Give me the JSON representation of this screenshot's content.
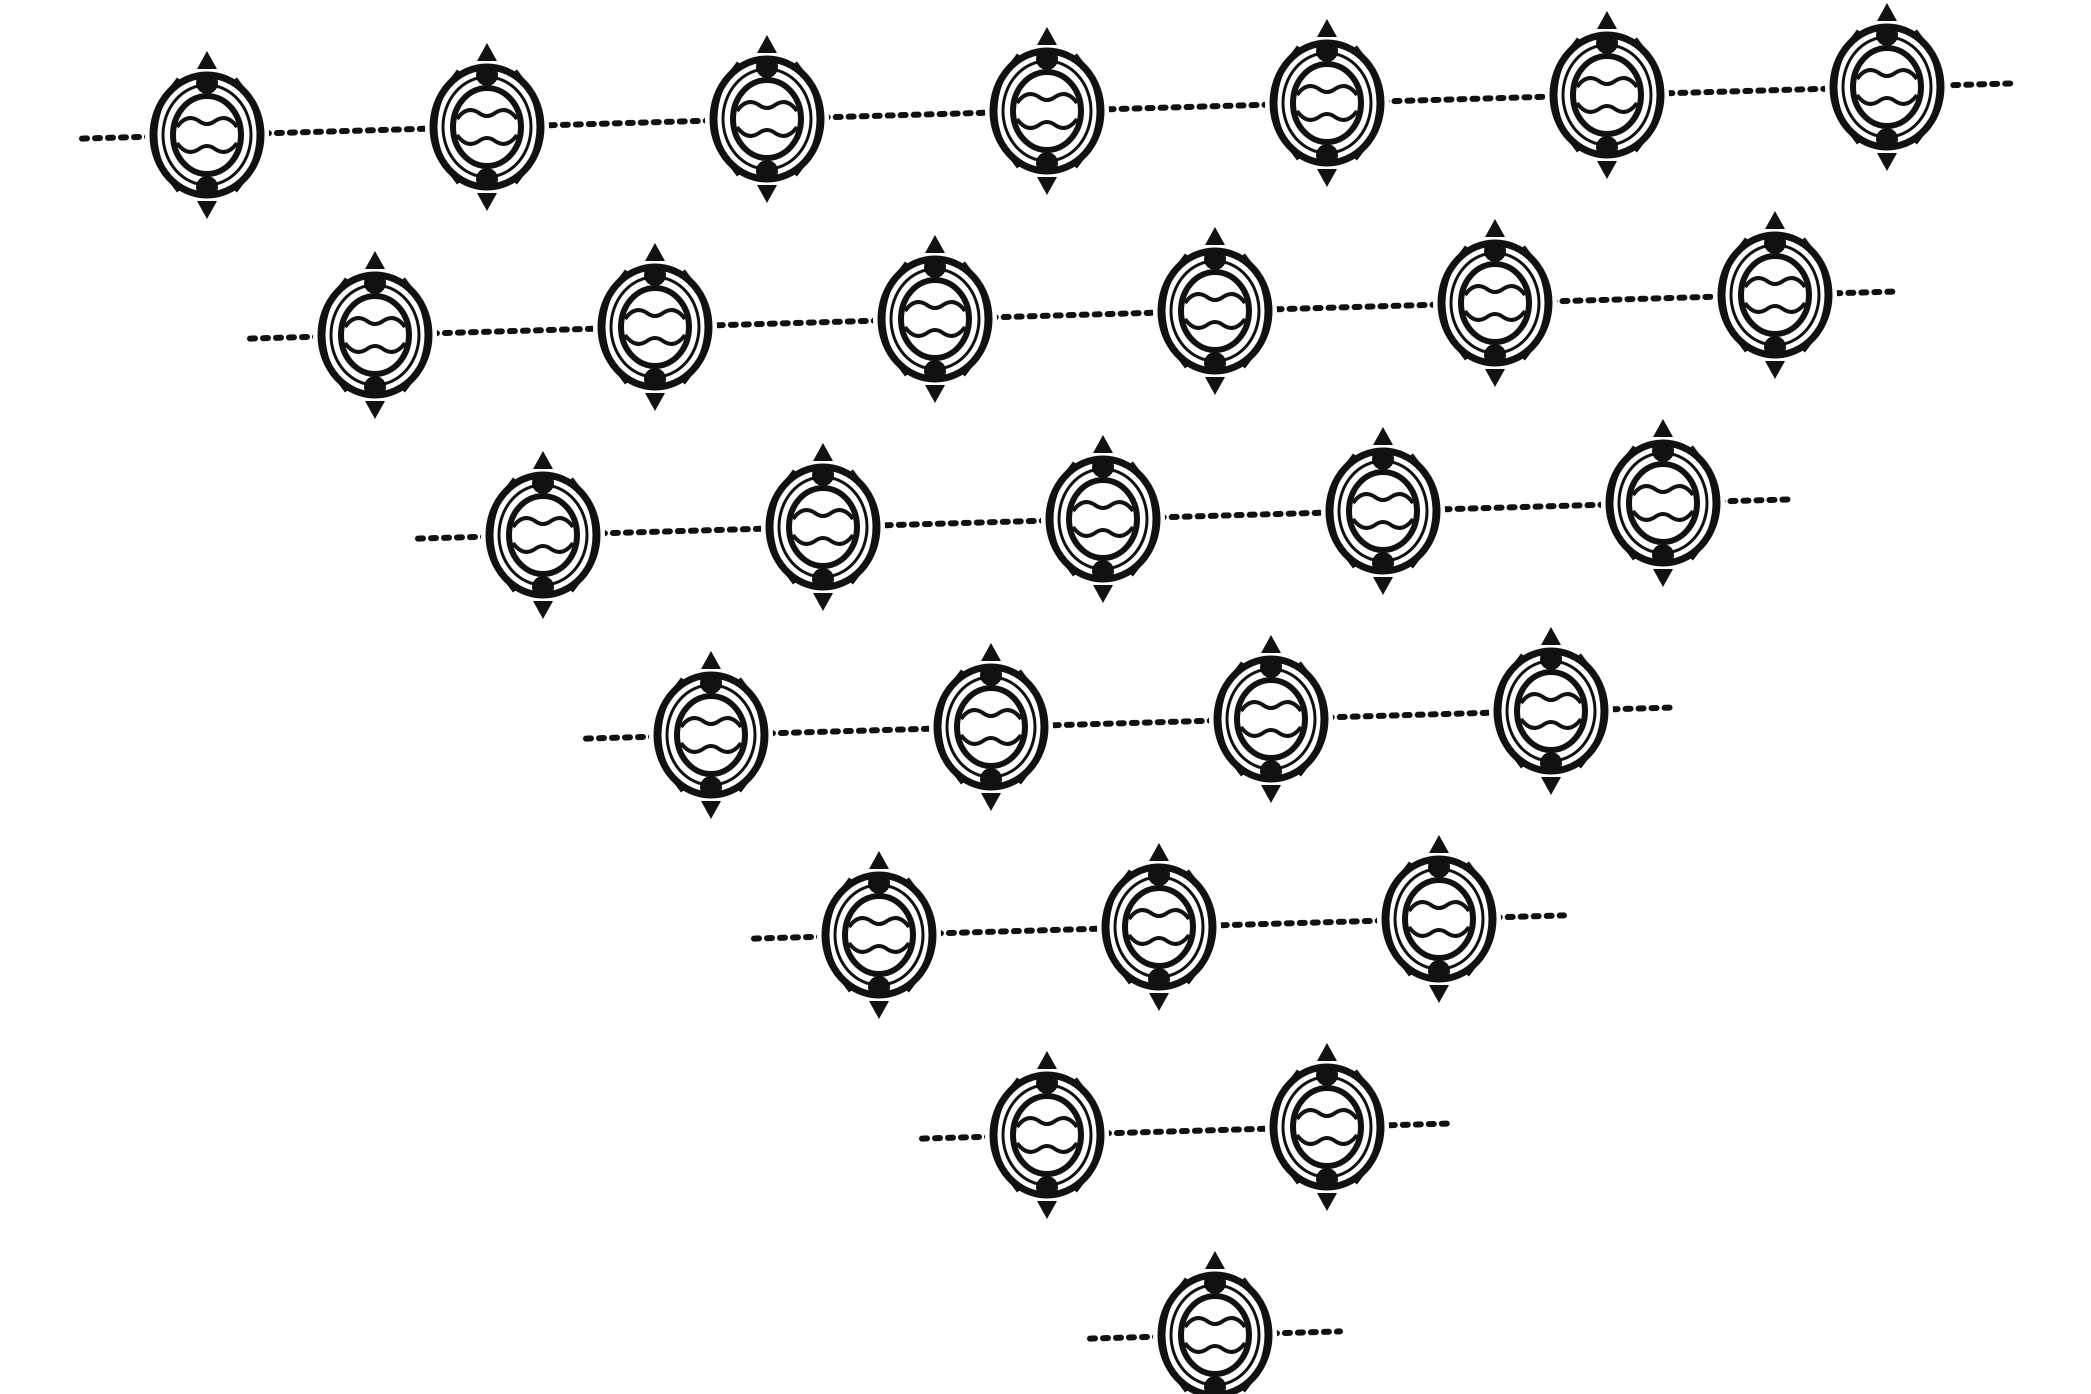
{
  "figure": {
    "background_color": "#ffffff",
    "ink_color": "#111111",
    "motif_name": "ornate-ring-icon",
    "row_counts": [
      7,
      6,
      5,
      4,
      3,
      2,
      1
    ],
    "layout": "inverted-triangle",
    "connector": "dotted-line"
  }
}
